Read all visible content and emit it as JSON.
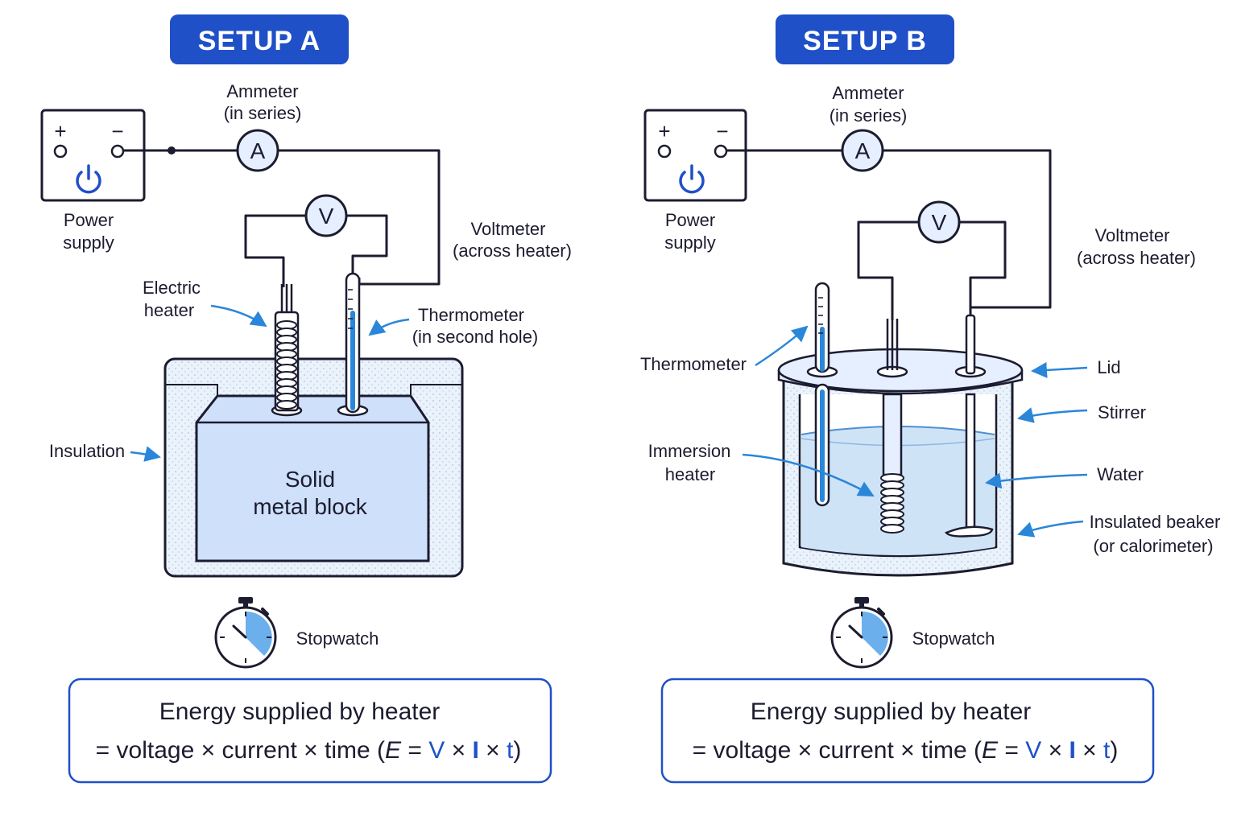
{
  "setup_a": {
    "title": "SETUP A",
    "ammeter_label_line1": "Ammeter",
    "ammeter_label_line2": "(in series)",
    "ammeter_symbol": "A",
    "voltmeter_symbol": "V",
    "power_label_line1": "Power",
    "power_label_line2": "supply",
    "plus_sign": "+",
    "minus_sign": "−",
    "voltmeter_label_line1": "Voltmeter",
    "voltmeter_label_line2": "(across heater)",
    "heater_label_line1": "Electric",
    "heater_label_line2": "heater",
    "thermometer_label_line1": "Thermometer",
    "thermometer_label_line2": "(in second hole)",
    "insulation_label": "Insulation",
    "block_label_line1": "Solid",
    "block_label_line2": "metal block",
    "stopwatch_label": "Stopwatch",
    "equation_line1": "Energy supplied by heater",
    "equation_line2_prefix": "= voltage × current × time (",
    "equation_E": "E",
    "equation_eq": " = ",
    "equation_V": "V",
    "equation_times": " × ",
    "equation_I": "I",
    "equation_t": "t",
    "equation_close": ")"
  },
  "setup_b": {
    "title": "SETUP B",
    "ammeter_label_line1": "Ammeter",
    "ammeter_label_line2": "(in series)",
    "ammeter_symbol": "A",
    "voltmeter_symbol": "V",
    "power_label_line1": "Power",
    "power_label_line2": "supply",
    "plus_sign": "+",
    "minus_sign": "−",
    "voltmeter_label_line1": "Voltmeter",
    "voltmeter_label_line2": "(across heater)",
    "thermometer_label": "Thermometer",
    "heater_label_line1": "Immersion",
    "heater_label_line2": "heater",
    "lid_label": "Lid",
    "stirrer_label": "Stirrer",
    "water_label": "Water",
    "beaker_label_line1": "Insulated beaker",
    "beaker_label_line2": "(or calorimeter)",
    "stopwatch_label": "Stopwatch",
    "equation_line1": "Energy supplied by heater",
    "equation_line2_prefix": "= voltage × current × time (",
    "equation_E": "E",
    "equation_eq": " = ",
    "equation_V": "V",
    "equation_times": " × ",
    "equation_I": "I",
    "equation_t": "t",
    "equation_close": ")"
  },
  "colors": {
    "accent_blue": "#1f50c8",
    "badge_blue": "#1f50c8",
    "arrow_blue": "#2a86d8",
    "block_fill": "#cfe0fa",
    "water_fill": "#cfe3f7",
    "insulation_fill": "#eaf2fc",
    "ink": "#1c1c30"
  },
  "icons": [
    "power-icon",
    "stopwatch-icon",
    "ammeter-icon",
    "voltmeter-icon"
  ]
}
